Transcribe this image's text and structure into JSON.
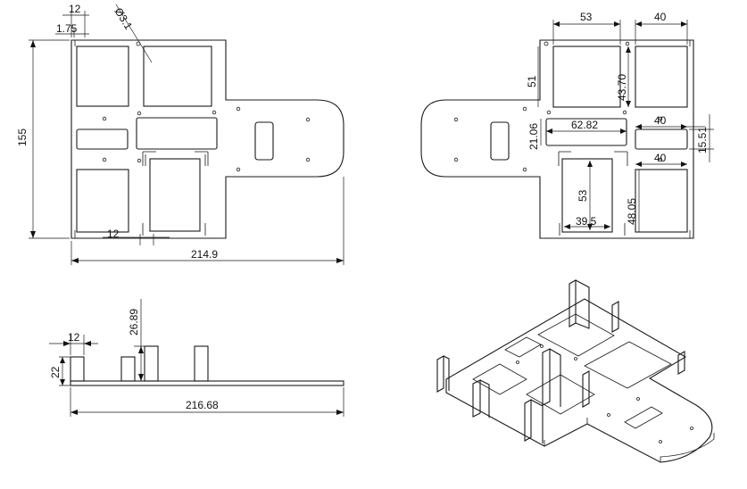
{
  "views": {
    "top_left": {
      "dim_width_small": "12",
      "dim_offset": "1.75",
      "dim_hole_dia": "Ø3.1",
      "dim_height": "155",
      "dim_tab": "12",
      "dim_total_width": "214.9"
    },
    "top_right": {
      "dim_top_pocket_w": "53",
      "dim_right_pocket_w": "40",
      "dim_top_pocket_h": "51",
      "dim_right_pocket_h": "43.70",
      "dim_slot_w": "62.82",
      "dim_slot_h": "21.06",
      "dim_mid_right_w": "40",
      "dim_mid_right_h": "15.51",
      "dim_bottom_right_w": "40",
      "dim_bottom_right_h": "48.05",
      "dim_bottom_pocket_h": "53",
      "dim_bottom_pocket_w": "39.5"
    },
    "side": {
      "dim_tab_w": "12",
      "dim_tab_h": "26.89",
      "dim_plate_h": "22",
      "dim_total_length": "216.68"
    }
  }
}
